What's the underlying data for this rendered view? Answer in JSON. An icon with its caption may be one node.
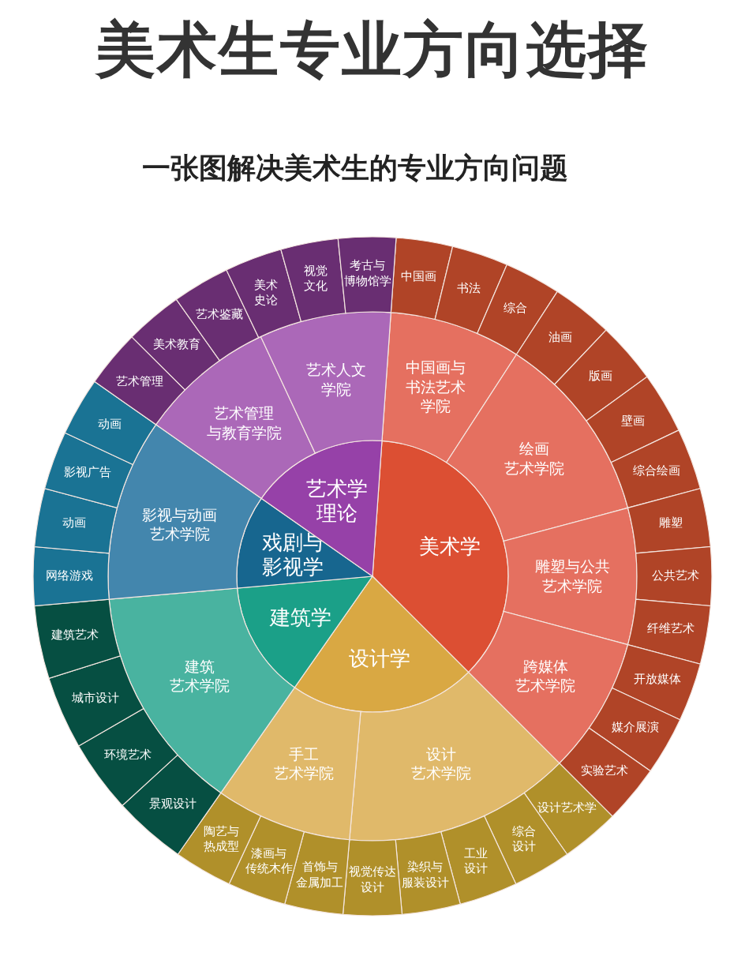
{
  "diagram": {
    "title": "美术生专业方向选择",
    "labels": [
      "一张图解决美术生的专业方向问题"
    ],
    "nodes": [
      {
        "text": [
          "美术学"
        ]
      },
      {
        "text": [
          "设计学"
        ]
      },
      {
        "text": [
          "建筑学"
        ]
      },
      {
        "text": [
          "戏剧与影视学"
        ]
      },
      {
        "text": [
          "艺术学理论"
        ]
      },
      {
        "text": [
          "中国画与书法艺术学院"
        ]
      },
      {
        "text": [
          "绘画艺术学院"
        ]
      },
      {
        "text": [
          "雕塑与公共艺术学院"
        ]
      },
      {
        "text": [
          "跨媒体艺术学院"
        ]
      },
      {
        "text": [
          "设计艺术学院"
        ]
      },
      {
        "text": [
          "手工艺术学院"
        ]
      },
      {
        "text": [
          "建筑艺术学院"
        ]
      },
      {
        "text": [
          "影视与动画艺术学院"
        ]
      },
      {
        "text": [
          "艺术管理与教育学院"
        ]
      },
      {
        "text": [
          "艺术人文学院"
        ]
      },
      {
        "text": [
          "中国画"
        ]
      },
      {
        "text": [
          "书法"
        ]
      },
      {
        "text": [
          "综合"
        ]
      },
      {
        "text": [
          "油画"
        ]
      },
      {
        "text": [
          "版画"
        ]
      },
      {
        "text": [
          "壁画"
        ]
      },
      {
        "text": [
          "综合绘画"
        ]
      },
      {
        "text": [
          "雕塑"
        ]
      },
      {
        "text": [
          "公共艺术"
        ]
      },
      {
        "text": [
          "纤维艺术"
        ]
      },
      {
        "text": [
          "开放媒体"
        ]
      },
      {
        "text": [
          "媒介展演"
        ]
      },
      {
        "text": [
          "实验艺术"
        ]
      },
      {
        "text": [
          "设计艺术学"
        ]
      },
      {
        "text": [
          "综合设计"
        ]
      },
      {
        "text": [
          "工业设计"
        ]
      },
      {
        "text": [
          "染织与服装设计"
        ]
      },
      {
        "text": [
          "视觉传达设计"
        ]
      },
      {
        "text": [
          "首饰与金属加工"
        ]
      },
      {
        "text": [
          "漆画与传统木作"
        ]
      },
      {
        "text": [
          "陶艺与热成型"
        ]
      },
      {
        "text": [
          "景观设计"
        ]
      },
      {
        "text": [
          "环境艺术"
        ]
      },
      {
        "text": [
          "城市设计"
        ]
      },
      {
        "text": [
          "建筑艺术"
        ]
      },
      {
        "text": [
          "网络游戏"
        ]
      },
      {
        "text": [
          "动画"
        ]
      },
      {
        "text": [
          "影视广告"
        ]
      },
      {
        "text": [
          "动画"
        ]
      },
      {
        "text": [
          "艺术管理"
        ]
      },
      {
        "text": [
          "美术教育"
        ]
      },
      {
        "text": [
          "艺术鉴藏"
        ]
      },
      {
        "text": [
          "美术史论"
        ]
      },
      {
        "text": [
          "视觉文化"
        ]
      },
      {
        "text": [
          "考古与博物馆学"
        ]
      }
    ]
  }
}
